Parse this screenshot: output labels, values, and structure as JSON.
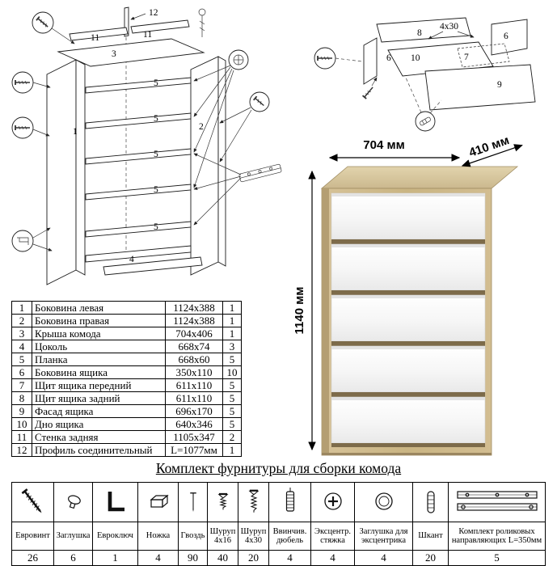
{
  "page": {
    "heading": "Комплект фурнитуры для сборки комода"
  },
  "dimensions": {
    "width": "704 мм",
    "depth": "410 мм",
    "height": "1140 мм"
  },
  "cabinet_diagram": {
    "labels": {
      "p1": "1",
      "p2": "2",
      "p3": "3",
      "p4": "4",
      "p5": "5",
      "p11": "11",
      "p12": "12"
    }
  },
  "drawer_diagram": {
    "labels": {
      "p6": "6",
      "p7": "7",
      "p8": "8",
      "p9": "9",
      "p10": "10"
    },
    "screw_note": "4x30"
  },
  "parts_table": {
    "rows": [
      {
        "num": "1",
        "name": "Боковина левая",
        "size": "1124x388",
        "qty": "1"
      },
      {
        "num": "2",
        "name": "Боковина правая",
        "size": "1124x388",
        "qty": "1"
      },
      {
        "num": "3",
        "name": "Крыша комода",
        "size": "704x406",
        "qty": "1"
      },
      {
        "num": "4",
        "name": "Цоколь",
        "size": "668x74",
        "qty": "3"
      },
      {
        "num": "5",
        "name": "Планка",
        "size": "668x60",
        "qty": "5"
      },
      {
        "num": "6",
        "name": "Боковина ящика",
        "size": "350x110",
        "qty": "10"
      },
      {
        "num": "7",
        "name": "Щит ящика передний",
        "size": "611x110",
        "qty": "5"
      },
      {
        "num": "8",
        "name": "Щит ящика задний",
        "size": "611x110",
        "qty": "5"
      },
      {
        "num": "9",
        "name": "Фасад ящика",
        "size": "696x170",
        "qty": "5"
      },
      {
        "num": "10",
        "name": "Дно ящика",
        "size": "640x346",
        "qty": "5"
      },
      {
        "num": "11",
        "name": "Стенка задняя",
        "size": "1105x347",
        "qty": "2"
      },
      {
        "num": "12",
        "name": "Профиль соединительный",
        "size": "L=1077мм",
        "qty": "1"
      }
    ]
  },
  "hardware_table": {
    "items": [
      {
        "icon": "confirmat-screw-icon",
        "name": "Евровинт",
        "qty": "26"
      },
      {
        "icon": "cap-icon",
        "name": "Заглушка",
        "qty": "6"
      },
      {
        "icon": "hex-key-icon",
        "name": "Евроключ",
        "qty": "1"
      },
      {
        "icon": "foot-icon",
        "name": "Ножка",
        "qty": "4"
      },
      {
        "icon": "nail-icon",
        "name": "Гвоздь",
        "qty": "90"
      },
      {
        "icon": "screw-icon",
        "name": "Шуруп 4x16",
        "qty": "40"
      },
      {
        "icon": "screw-icon",
        "name": "Шуруп 4x30",
        "qty": "20"
      },
      {
        "icon": "threaded-dowel-icon",
        "name": "Ввинчив. дюбель",
        "qty": "4"
      },
      {
        "icon": "cam-lock-icon",
        "name": "Эксцентр. стяжка",
        "qty": "4"
      },
      {
        "icon": "cam-cap-icon",
        "name": "Заглушка для эксцентрика",
        "qty": "4"
      },
      {
        "icon": "wood-dowel-icon",
        "name": "Шкант",
        "qty": "20"
      },
      {
        "icon": "drawer-slides-icon",
        "name": "Комплект роликовых направляющих L=350мм",
        "qty": "5"
      }
    ]
  }
}
